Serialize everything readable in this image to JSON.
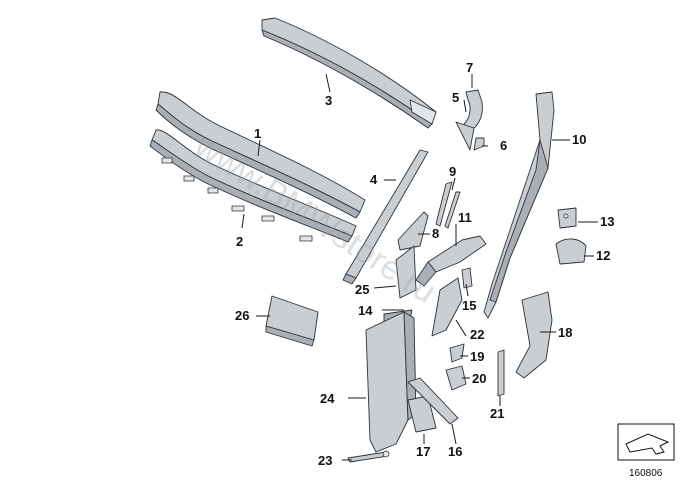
{
  "watermark": "www.BMWstore.ru",
  "document_number": "160806",
  "corner_icon": "part-direction-arrow-icon",
  "callouts": [
    "1",
    "2",
    "3",
    "4",
    "5",
    "6",
    "7",
    "8",
    "9",
    "10",
    "11",
    "12",
    "13",
    "14",
    "15",
    "16",
    "17",
    "18",
    "19",
    "20",
    "21",
    "22",
    "23",
    "24",
    "25",
    "26"
  ],
  "colors": {
    "part_fill": "#c9ced3",
    "outline": "#2f3338",
    "text": "#111111"
  }
}
